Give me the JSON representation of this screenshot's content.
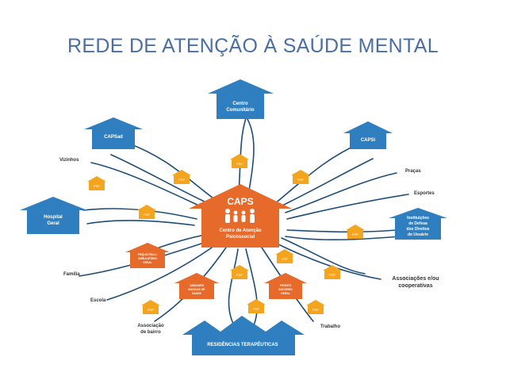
{
  "title": "REDE DE ATENÇÃO À SAÚDE MENTAL",
  "colors": {
    "blue_house": "#2f7fc0",
    "blue_house_dark": "#1f5f96",
    "orange_house": "#e66a2a",
    "psf_house": "#f3a51f",
    "curves": "#1e4d78",
    "title": "#4a6fa5"
  },
  "center": {
    "label": "CAPS",
    "subtitle_1": "Centro de Atenção",
    "subtitle_2": "Psicossocial",
    "icon": "people-family-icon"
  },
  "blue_houses": {
    "centro": [
      "Centro",
      "Comunitário"
    ],
    "capsad": [
      "CAPSad"
    ],
    "capsi": [
      "CAPSi"
    ],
    "hospital": [
      "Hospital",
      "Geral"
    ],
    "instituicoes": [
      "Instituições",
      "de Defesa",
      "dos Direitos",
      "do Usuário"
    ],
    "residencias": [
      "RESIDÊNCIAS TERAPÊUTICAS"
    ]
  },
  "orange_houses": {
    "ambulatorio": [
      "PSIQUIÁTRICA /",
      "AMBULATÓRIO",
      "GERAL"
    ],
    "unidades": [
      "UNIDADES",
      "BÁSICAS DE",
      "SAÚDE"
    ],
    "pronto": [
      "PRONTO",
      "SOCORRO",
      "GERAL"
    ]
  },
  "psf_label": "PSF",
  "text_labels": {
    "vizinhos": "Vizinhos",
    "pracas": "Praças",
    "esportes": "Esportes",
    "familia": "Família",
    "escola": "Escola",
    "associacao_bairro": [
      "Associação",
      "de bairro"
    ],
    "associacoes_coop": [
      "Associações e/ou",
      "cooperativas"
    ],
    "trabalho": "Trabalho"
  }
}
